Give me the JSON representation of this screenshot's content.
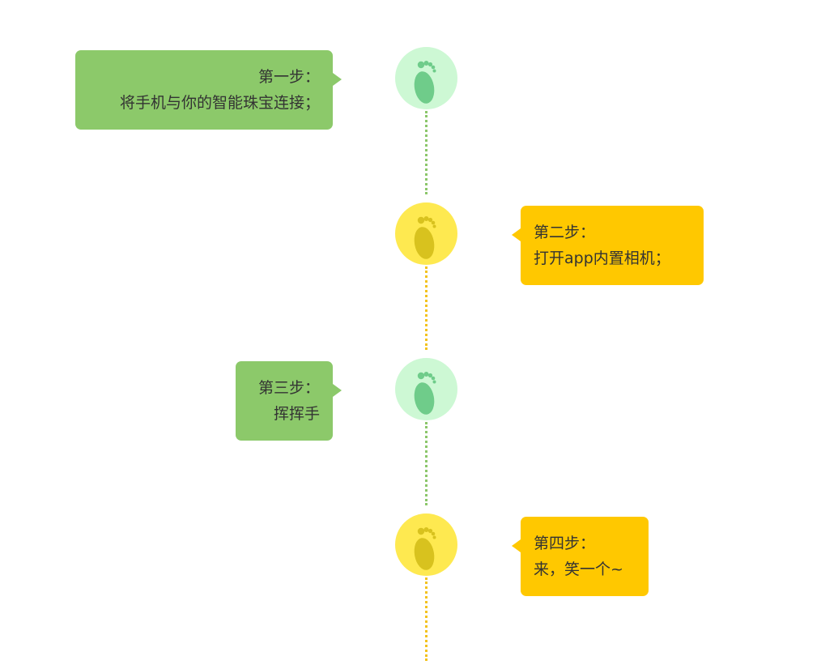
{
  "steps": [
    {
      "title": "第一步：",
      "text": "将手机与你的智能珠宝连接；",
      "side": "left",
      "theme": "green",
      "icon": "footprint-icon"
    },
    {
      "title": "第二步：",
      "text": "打开app内置相机；",
      "side": "right",
      "theme": "yellow",
      "icon": "footprint-icon"
    },
    {
      "title": "第三步：",
      "text": "挥挥手",
      "side": "left",
      "theme": "green",
      "icon": "footprint-icon"
    },
    {
      "title": "第四步：",
      "text": "来，笑一个~",
      "side": "right",
      "theme": "yellow",
      "icon": "footprint-icon"
    }
  ],
  "colors": {
    "green_bubble": "#8cc96a",
    "green_dot": "#cdf8d4",
    "green_foot": "#6fcc8a",
    "yellow_bubble": "#ffc800",
    "yellow_dot": "#fee950",
    "yellow_foot": "#d8c21e"
  }
}
